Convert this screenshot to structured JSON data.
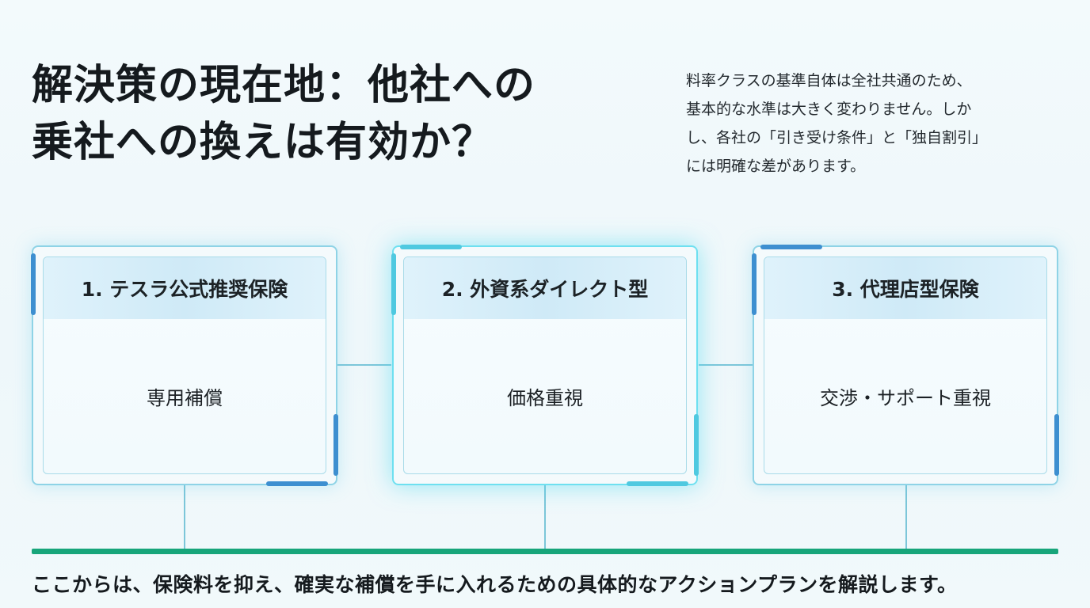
{
  "title": {
    "line1": "解決策の現在地：他社への",
    "line2": "乗社への換えは有効か？"
  },
  "note": {
    "line1": "料率クラスの基準自体は全社共通のため、",
    "line2": "基本的な水準は大きく変わりません。しか",
    "line3": "し、各社の「引き受け条件」と「独自割引」",
    "line4": "には明確な差があります。"
  },
  "cards": [
    {
      "header": "1. テスラ公式推奨保険",
      "body": "専用補償"
    },
    {
      "header": "2. 外資系ダイレクト型",
      "body": "価格重視"
    },
    {
      "header": "3. 代理店型保険",
      "body": "交渉・サポート重視"
    }
  ],
  "footer": "ここからは、保険料を抑え、確実な補償を手に入れるための具体的なアクションプランを解説します。",
  "colors": {
    "accent_blue": "#3d8fd0",
    "frame_cyan": "#8ed3e6",
    "baseline_green": "#17a57a"
  }
}
